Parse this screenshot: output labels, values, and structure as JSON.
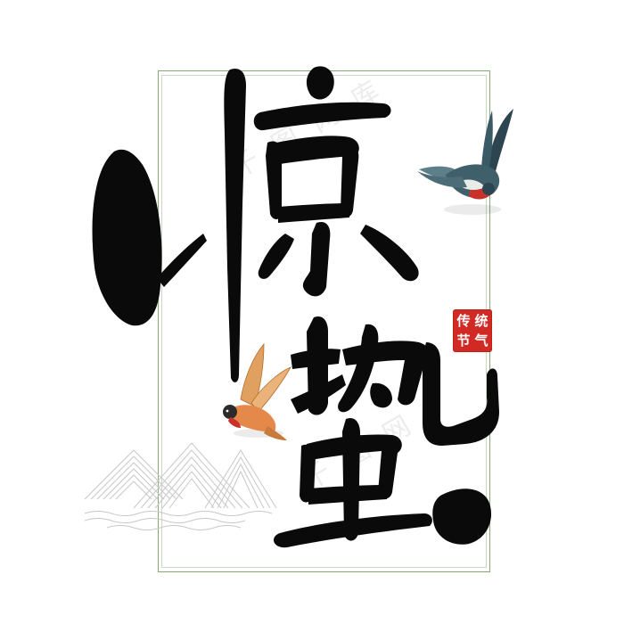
{
  "title": {
    "char1": "惊",
    "char2": "蛰"
  },
  "seal": {
    "chars": [
      "统",
      "传",
      "气",
      "节"
    ]
  },
  "watermark": {
    "text1": "千 图 网 库",
    "text2": "千 图 网"
  },
  "colors": {
    "ink": "#0a0a0a",
    "frame": "#86a97a",
    "seal_red": "#d12a25",
    "swallow_blue": "#3f5f6b",
    "swallow_red": "#c8322a",
    "bird_orange": "#d98a3c"
  },
  "icons": [
    "swallow-icon",
    "sparrow-icon",
    "mountain-icon"
  ]
}
